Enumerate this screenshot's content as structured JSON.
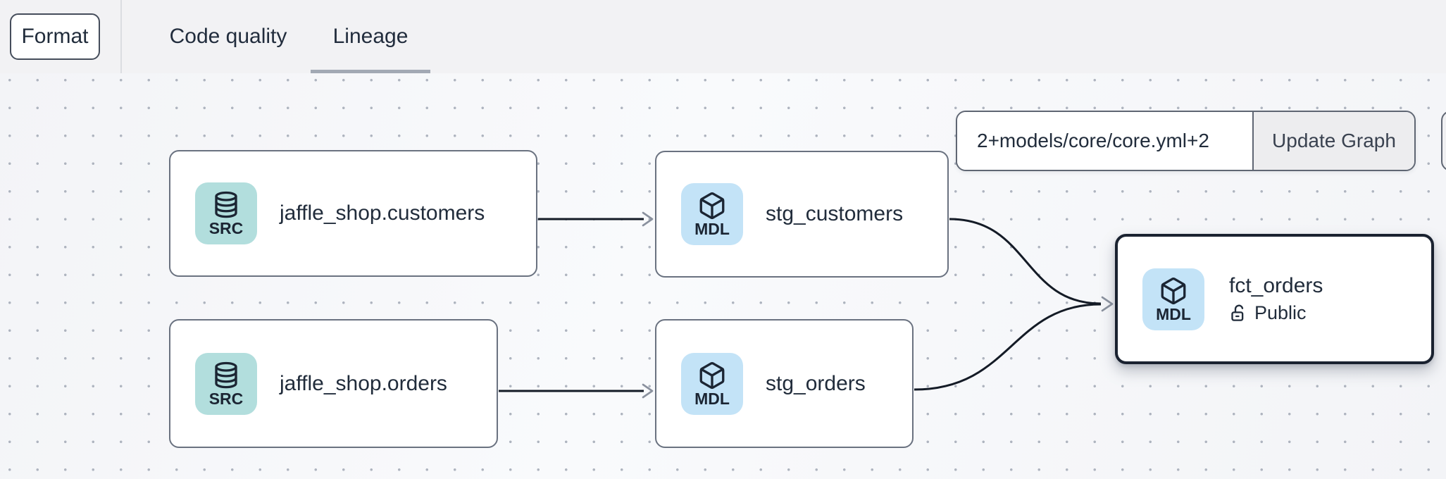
{
  "toolbar": {
    "format_button": "Format",
    "tabs": [
      {
        "label": "Code quality",
        "active": false
      },
      {
        "label": "Lineage",
        "active": true
      }
    ]
  },
  "lineage_controls": {
    "selector_value": "2+models/core/core.yml+2",
    "update_button": "Update Graph"
  },
  "nodes": [
    {
      "label": "jaffle_shop.customers",
      "badge": "SRC",
      "icon": "database-icon",
      "selected": false
    },
    {
      "label": "stg_customers",
      "badge": "MDL",
      "icon": "cube-icon",
      "selected": false
    },
    {
      "label": "jaffle_shop.orders",
      "badge": "SRC",
      "icon": "database-icon",
      "selected": false
    },
    {
      "label": "stg_orders",
      "badge": "MDL",
      "icon": "cube-icon",
      "selected": false
    },
    {
      "label": "fct_orders",
      "badge": "MDL",
      "icon": "cube-icon",
      "selected": true,
      "access_label": "Public",
      "access_icon": "unlock-icon"
    }
  ],
  "edges": [
    {
      "from": "jaffle_shop.customers",
      "to": "stg_customers",
      "shape": "straight"
    },
    {
      "from": "jaffle_shop.orders",
      "to": "stg_orders",
      "shape": "straight"
    },
    {
      "from": "stg_customers",
      "to": "fct_orders",
      "shape": "bezier"
    },
    {
      "from": "stg_orders",
      "to": "fct_orders",
      "shape": "bezier"
    }
  ],
  "colors": {
    "text_dark": "#212c3b",
    "node_border": "#6a7280",
    "node_selected_border": "#1a2230",
    "src_chip_bg": "#b2dedd",
    "mdl_chip_bg": "#c3e3f7",
    "edge": "#141b26",
    "arrow": "#8a919e",
    "tab_underline": "#a2a9b4",
    "canvas_dot": "#aeb4bf",
    "topbar_bg": "#f2f2f4",
    "button_bg": "#ededef",
    "control_border": "#5f6673"
  }
}
